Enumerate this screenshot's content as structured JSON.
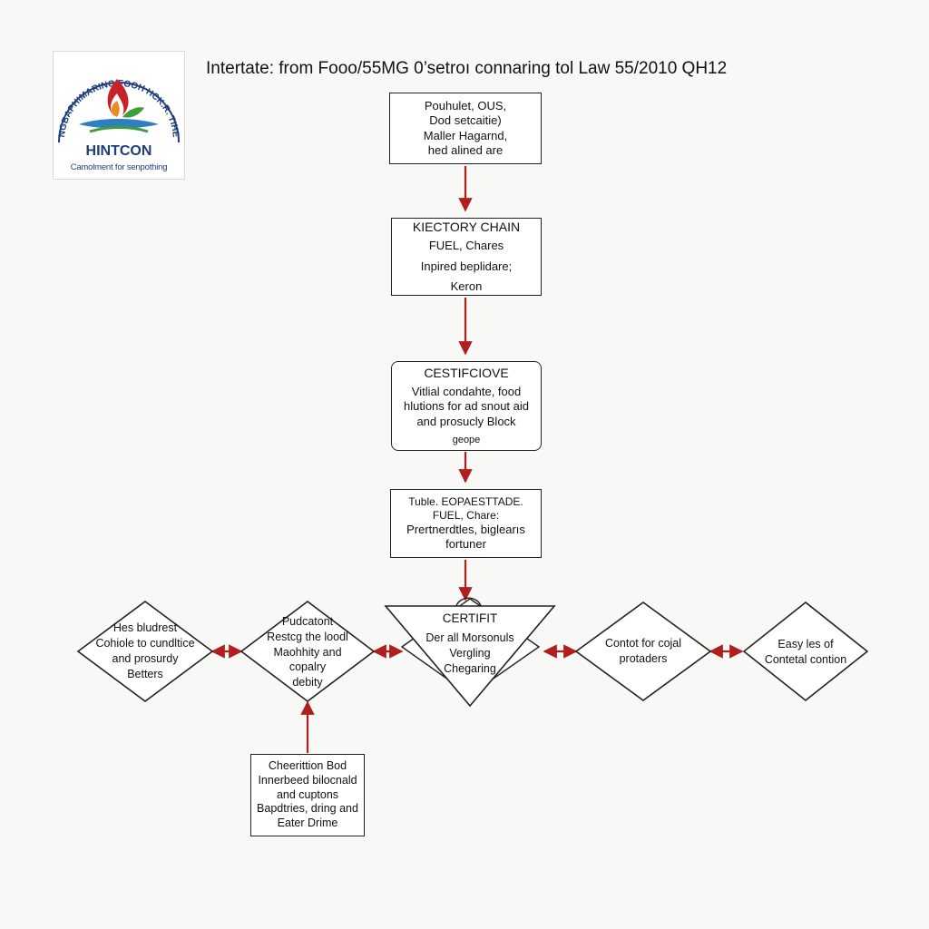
{
  "logo": {
    "arc_text": "NGBAPHIMARING FOOH HCK.R. TIHE",
    "name": "HINTCON",
    "tagline": "Camolment for senpothing"
  },
  "title": "Intertate: from Fooo/55MG 0’setroı connaring tol Law 55/2010 QH12",
  "flow": {
    "box1": {
      "lines": [
        "Pouhulet, OUS,",
        "Dod setcaitie)",
        "Maller Hagarnd,",
        "hed alined are"
      ]
    },
    "box2": {
      "heading": "KIECTORY CHAIN",
      "lines": [
        "FUEL, Chares",
        "Inpired beplidare;",
        "Keron"
      ]
    },
    "box3": {
      "heading": "CESTIFCIOVE",
      "lines": [
        "Vitlial condahte, food",
        "hlutions for ad snout aid",
        "and prosucly Block",
        "geope"
      ]
    },
    "box4": {
      "lines": [
        "Tuble. EOPAESTTADE.",
        "FUEL, Chare:",
        "Prertnerdtles, biglearıs",
        "fortuner"
      ]
    }
  },
  "bottom_row": {
    "diamond1": {
      "lines": [
        "Hes bludrest",
        "Cohiole to cundltice",
        "and prosurdy",
        "Betters"
      ]
    },
    "diamond2": {
      "lines": [
        "Pudcatont",
        "Restcg the loodl",
        "Maohhity and",
        "copalry",
        "debity"
      ]
    },
    "center": {
      "heading": "CERTIFIT",
      "lines": [
        "Der all Morsonuls",
        "Vergling",
        "Chegaring"
      ]
    },
    "diamond3": {
      "lines": [
        "Contot for cojal",
        "protaders"
      ]
    },
    "diamond4": {
      "lines": [
        "Easy les of",
        "Contetal contion"
      ]
    }
  },
  "bottom_box": {
    "lines": [
      "Cheerittion Bod",
      "Innerbeed bilocnald",
      "and cuptons",
      "Bapdtries, dring and",
      "Eater Drime"
    ]
  },
  "colors": {
    "arrow": "#b01e1e",
    "stroke": "#222222",
    "logo_blue": "#1f3d7a",
    "logo_red": "#c8212a",
    "logo_orange": "#f08a1e",
    "logo_green": "#3f9d3a",
    "background": "#f8f8f6"
  }
}
